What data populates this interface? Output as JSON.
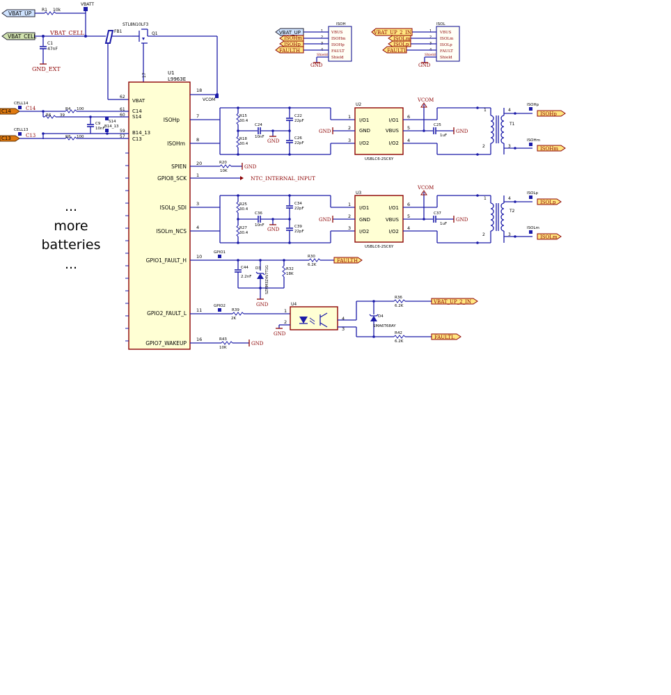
{
  "more_batteries": {
    "line1": "...",
    "line2": "more",
    "line3": "batteries",
    "line4": "..."
  },
  "nets": {
    "vbat_up": "VBAT_UP",
    "vbat_cell": "VBAT_CELL",
    "vbat_cell_wire": "VBAT_CELL",
    "vbatt": "VBATT",
    "gnd_ext": "GND_EXT",
    "c14": "C14",
    "c13": "C13",
    "c14_wire": "C14",
    "c13_wire": "C13",
    "cell14": "CELL14",
    "cell13": "CELL13",
    "s14": "S14",
    "b14_13": "B14_13",
    "vcom": "VCOM",
    "gnd": "GND",
    "ntc": "NTC_INTERNAL_INPUT",
    "faulth": "FAULTH",
    "faultl": "FAULTL",
    "vbat_up_2_in": "VBAT_UP_2_IN",
    "isohp": "ISOHp",
    "isohm": "ISOHm",
    "isolp": "ISOLp",
    "islm": "ISOLm",
    "gpio1": "GPIO1",
    "gpio2": "GPIO2"
  },
  "u1": {
    "ref": "U1",
    "part": "L9963E",
    "pins_left": [
      {
        "num": "62",
        "name": "VBAT"
      },
      {
        "num": "61",
        "name": "C14"
      },
      {
        "num": "60",
        "name": "S14"
      },
      {
        "num": "59",
        "name": "B14_13"
      },
      {
        "num": "57",
        "name": "C13"
      }
    ],
    "pins_right": [
      {
        "num": "18",
        "name": ""
      },
      {
        "num": "17",
        "name": ""
      },
      {
        "num": "7",
        "name": "ISOHp"
      },
      {
        "num": "8",
        "name": "ISOHm"
      },
      {
        "num": "20",
        "name": "SPIEN"
      },
      {
        "num": "1",
        "name": "GPIO8_SCK"
      },
      {
        "num": "3",
        "name": "ISOLp_SDI"
      },
      {
        "num": "4",
        "name": "ISOLm_NCS"
      },
      {
        "num": "10",
        "name": "GPIO1_FAULT_H"
      },
      {
        "num": "11",
        "name": "GPIO2_FAULT_L"
      },
      {
        "num": "16",
        "name": "GPIO7_WAKEUP"
      }
    ]
  },
  "q1": {
    "ref": "Q1",
    "part": "STL8N10LF3"
  },
  "fb1": {
    "ref": "FB1"
  },
  "passives": {
    "r1": {
      "ref": "R1",
      "val": "10k"
    },
    "c1": {
      "ref": "C1",
      "val": "47nF"
    },
    "r4": {
      "ref": "R4",
      "val": "100"
    },
    "r6": {
      "ref": "R6",
      "val": "39"
    },
    "r8": {
      "ref": "R8",
      "val": "100"
    },
    "c9": {
      "ref": "C9",
      "val": "10nF"
    },
    "r15": {
      "ref": "R15",
      "val": "30.4"
    },
    "r18": {
      "ref": "R18",
      "val": "30.4"
    },
    "c24": {
      "ref": "C24",
      "val": "10nF"
    },
    "c22": {
      "ref": "C22",
      "val": "22pF"
    },
    "c26": {
      "ref": "C26",
      "val": "22pF"
    },
    "r20": {
      "ref": "R20",
      "val": "10K"
    },
    "r25": {
      "ref": "R25",
      "val": "30.4"
    },
    "r27": {
      "ref": "R27",
      "val": "30.4"
    },
    "c36": {
      "ref": "C36",
      "val": "10nF"
    },
    "c34": {
      "ref": "C34",
      "val": "22pF"
    },
    "c39": {
      "ref": "C39",
      "val": "22pF"
    },
    "c44": {
      "ref": "C44",
      "val": "2.2nF"
    },
    "d3": {
      "ref": "D3",
      "val": "SZMM3Z4V7T1G"
    },
    "r32": {
      "ref": "R32",
      "val": "18K"
    },
    "r30": {
      "ref": "R30",
      "val": "6.2K"
    },
    "r39": {
      "ref": "R39",
      "val": "2K"
    },
    "r43": {
      "ref": "R43",
      "val": "10K"
    },
    "c25": {
      "ref": "C25",
      "val": "1uF"
    },
    "c37": {
      "ref": "C37",
      "val": "1uF"
    },
    "r36": {
      "ref": "R36",
      "val": "6.2K"
    },
    "r42": {
      "ref": "R42",
      "val": "6.2K"
    },
    "d4": {
      "ref": "D4",
      "val": "SMA6T68AY"
    }
  },
  "u2": {
    "ref": "U2",
    "part": "USBLC6-2SC6Y",
    "left": [
      {
        "num": "1",
        "name": "I/O1"
      },
      {
        "num": "2",
        "name": "GND"
      },
      {
        "num": "3",
        "name": "I/O2"
      }
    ],
    "right": [
      {
        "num": "6",
        "name": "I/O1"
      },
      {
        "num": "5",
        "name": "VBUS"
      },
      {
        "num": "4",
        "name": "I/O2"
      }
    ]
  },
  "u3": {
    "ref": "U3",
    "part": "USBLC6-2SC6Y",
    "left": [
      {
        "num": "1",
        "name": "I/O1"
      },
      {
        "num": "2",
        "name": "GND"
      },
      {
        "num": "3",
        "name": "I/O2"
      }
    ],
    "right": [
      {
        "num": "6",
        "name": "I/O1"
      },
      {
        "num": "5",
        "name": "VBUS"
      },
      {
        "num": "4",
        "name": "I/O2"
      }
    ]
  },
  "u4": {
    "ref": "U4",
    "pins": [
      "1",
      "2",
      "4",
      "3"
    ]
  },
  "t1": {
    "ref": "T1",
    "pins": [
      "1",
      "4",
      "2",
      "3"
    ]
  },
  "t2": {
    "ref": "T2",
    "pins": [
      "1",
      "4",
      "2",
      "3"
    ]
  },
  "isoh": {
    "ref": "ISOH",
    "pins": [
      {
        "num": "1",
        "name": "VBUS"
      },
      {
        "num": "2",
        "name": "ISOHm"
      },
      {
        "num": "3",
        "name": "ISOHp"
      },
      {
        "num": "4",
        "name": "FAULT"
      },
      {
        "num": "",
        "name": "Shield"
      }
    ],
    "shield_wire": "Shield",
    "flags": [
      "VBAT_UP",
      "ISOHm",
      "ISOHp",
      "FAULTH"
    ]
  },
  "isol": {
    "ref": "ISOL",
    "pins": [
      {
        "num": "1",
        "name": "VBUS"
      },
      {
        "num": "2",
        "name": "ISOLm"
      },
      {
        "num": "3",
        "name": "ISOLp"
      },
      {
        "num": "4",
        "name": "FAULT"
      },
      {
        "num": "",
        "name": "Shield"
      }
    ],
    "shield_wire": "Shield",
    "flags": [
      "VBAT_UP_2_IN",
      "ISOLm",
      "ISOLp",
      "FAULTL"
    ]
  },
  "colors": {
    "wire": "#1a1aa8",
    "body_fill": "#ffffd4",
    "body_stroke": "#8c0000",
    "net_label": "#8c0000"
  }
}
